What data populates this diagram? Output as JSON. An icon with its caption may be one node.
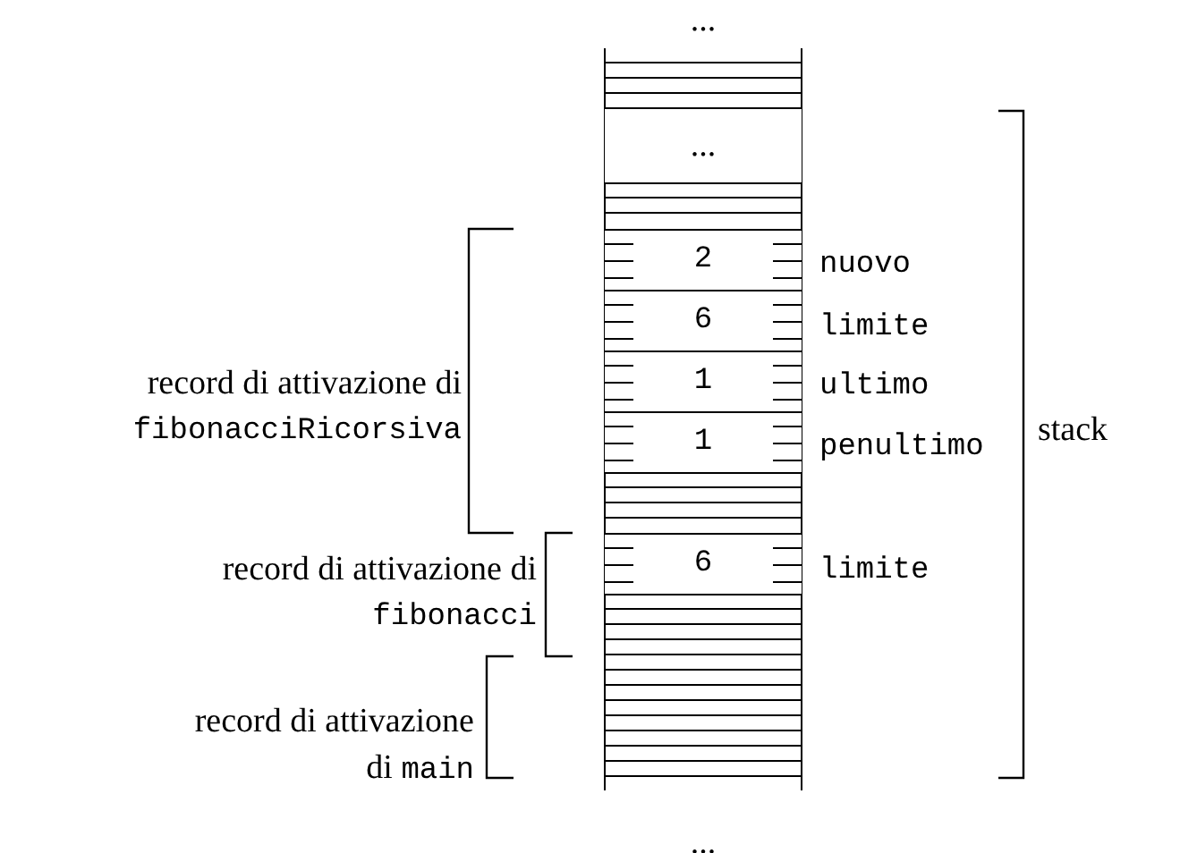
{
  "diagram": {
    "nodes": [
      {
        "text": [
          "..."
        ]
      },
      {
        "text": [
          "2"
        ]
      },
      {
        "text": [
          "6"
        ]
      },
      {
        "text": [
          "1"
        ]
      },
      {
        "text": [
          "1"
        ]
      },
      {
        "text": [
          "6"
        ]
      }
    ],
    "edges": [],
    "labels": [
      "...",
      "nuovo",
      "limite",
      "ultimo",
      "penultimo",
      "stack",
      "record di attivazione di fibonacciRicorsiva",
      "limite",
      "record di attivazione di fibonacci",
      "record di attivazione di main",
      "..."
    ]
  }
}
